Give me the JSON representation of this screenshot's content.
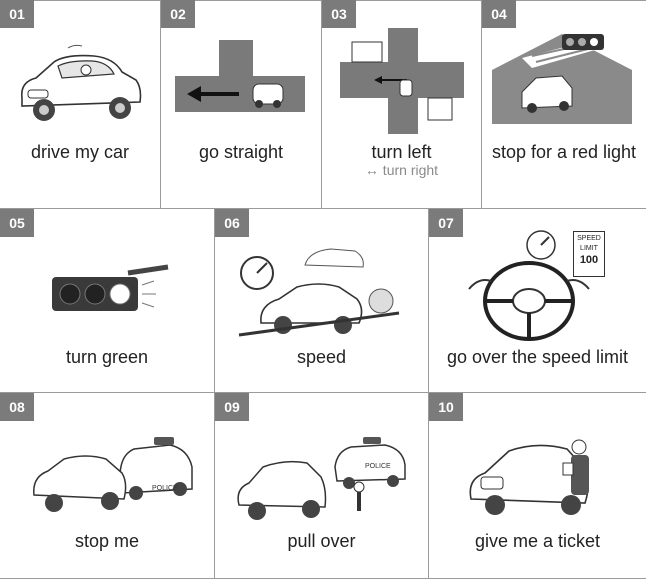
{
  "cards": [
    {
      "num": "01",
      "label": "drive my car"
    },
    {
      "num": "02",
      "label": "go straight"
    },
    {
      "num": "03",
      "label": "turn left",
      "sub": "↔ turn right"
    },
    {
      "num": "04",
      "label": "stop for a red light"
    },
    {
      "num": "05",
      "label": "turn green"
    },
    {
      "num": "06",
      "label": "speed"
    },
    {
      "num": "07",
      "label": "go over the speed limit",
      "sign_line1": "SPEED",
      "sign_line2": "LIMIT",
      "sign_value": "100"
    },
    {
      "num": "08",
      "label": "stop me",
      "police_text": "POLICE"
    },
    {
      "num": "09",
      "label": "pull over",
      "police_text": "POLICE"
    },
    {
      "num": "10",
      "label": "give me a ticket"
    }
  ]
}
